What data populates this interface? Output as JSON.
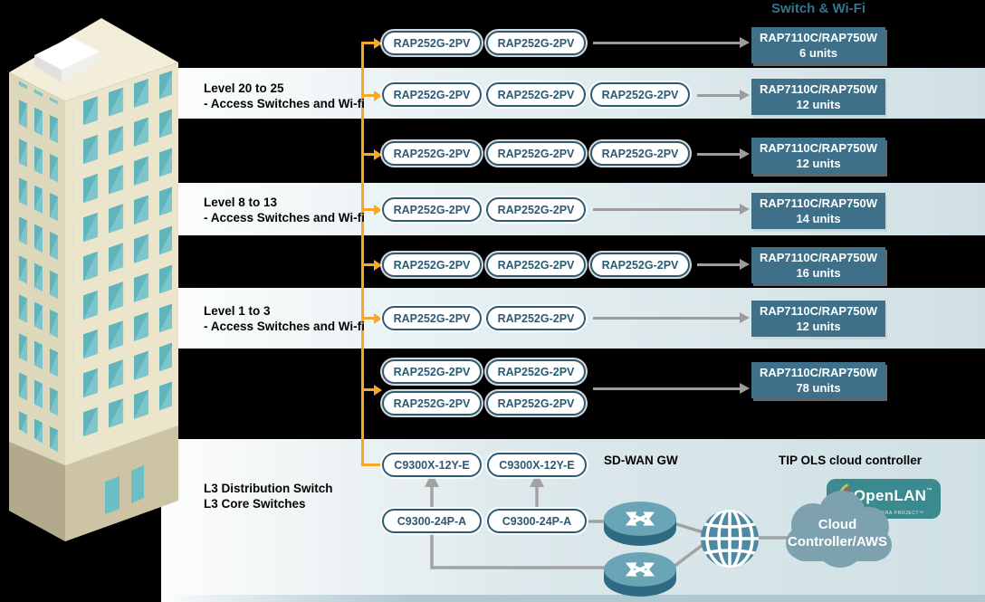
{
  "title": "Switch & Wi-Fi",
  "rows": [
    {
      "aps": [
        "RAP252G-2PV",
        "RAP252G-2PV"
      ],
      "result_model": "RAP7110C/RAP750W",
      "result_units": "6 units"
    },
    {
      "label1": "Level 20 to 25",
      "label2": "- Access Switches and Wi-fi",
      "aps": [
        "RAP252G-2PV",
        "RAP252G-2PV",
        "RAP252G-2PV"
      ],
      "result_model": "RAP7110C/RAP750W",
      "result_units": "12 units"
    },
    {
      "aps": [
        "RAP252G-2PV",
        "RAP252G-2PV",
        "RAP252G-2PV"
      ],
      "result_model": "RAP7110C/RAP750W",
      "result_units": "12 units"
    },
    {
      "label1": "Level 8 to 13",
      "label2": "- Access Switches and Wi-fi",
      "aps": [
        "RAP252G-2PV",
        "RAP252G-2PV"
      ],
      "result_model": "RAP7110C/RAP750W",
      "result_units": "14 units"
    },
    {
      "aps": [
        "RAP252G-2PV",
        "RAP252G-2PV",
        "RAP252G-2PV"
      ],
      "result_model": "RAP7110C/RAP750W",
      "result_units": "16 units"
    },
    {
      "label1": "Level 1 to 3",
      "label2": "- Access Switches and Wi-fi",
      "aps": [
        "RAP252G-2PV",
        "RAP252G-2PV"
      ],
      "result_model": "RAP7110C/RAP750W",
      "result_units": "12 units"
    },
    {
      "aps": [
        "RAP252G-2PV",
        "RAP252G-2PV",
        "RAP252G-2PV",
        "RAP252G-2PV"
      ],
      "result_model": "RAP7110C/RAP750W",
      "result_units": "78 units"
    }
  ],
  "core": {
    "label1": "L3 Distribution Switch",
    "label2": "L3 Core Switches",
    "distribution": [
      "C9300X-12Y-E",
      "C9300X-12Y-E"
    ],
    "cores": [
      "C9300-24P-A",
      "C9300-24P-A"
    ],
    "sdwan_label": "SD-WAN GW",
    "tip_label": "TIP OLS cloud controller",
    "openlan_brand": "OpenLAN",
    "openlan_tm": "™",
    "openlan_sub": "TELECOM INFRA PROJECT",
    "cloud_line1": "Cloud",
    "cloud_line2": "Controller/AWS"
  },
  "colors": {
    "accent_orange": "#f9a825",
    "result_box_teal": "#3e7189",
    "pill_border_teal": "#2b5a74",
    "stripe_light_blue": "#cfe0e4",
    "openlan_teal": "#3a8b8f",
    "cloud_gray_blue": "#7ea1b0",
    "arrow_gray": "#9c9c9c",
    "title_teal": "#34758b"
  }
}
